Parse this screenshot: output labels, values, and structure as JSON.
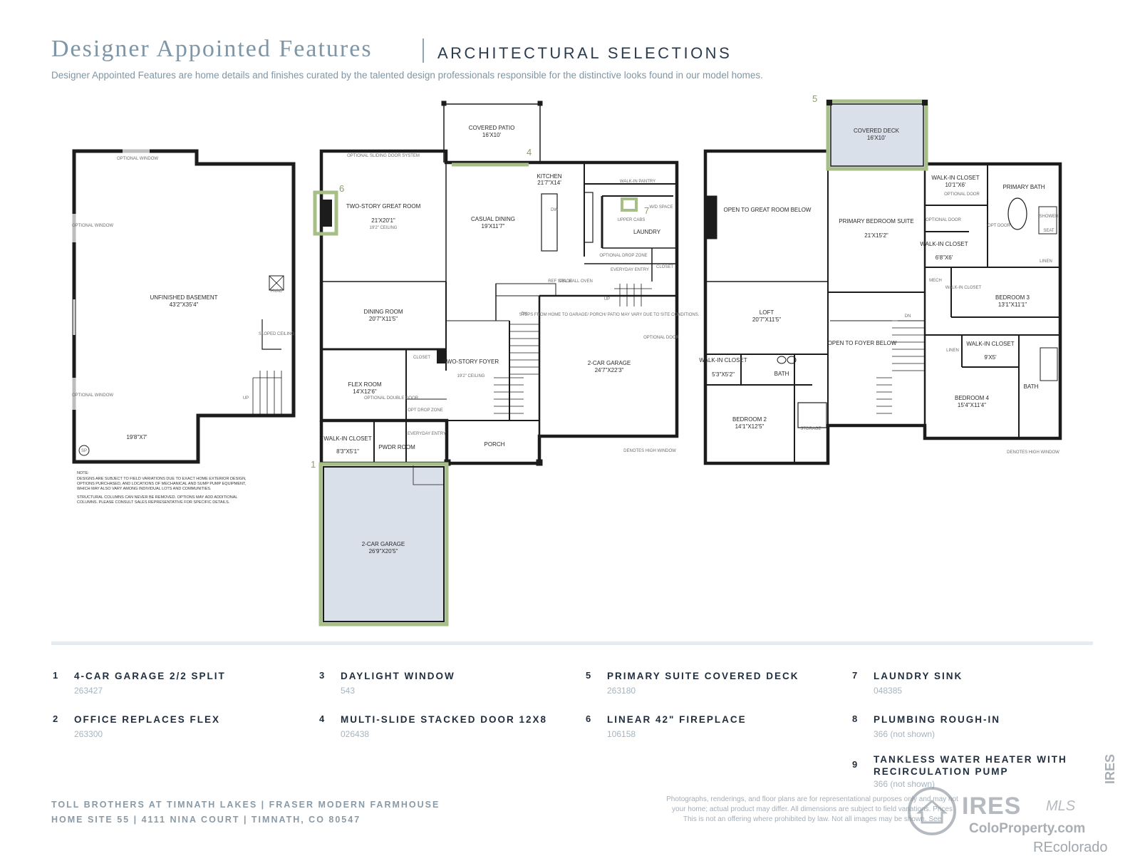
{
  "header": {
    "title_serif": "Designer Appointed Features",
    "title_sans": "ARCHITECTURAL SELECTIONS",
    "subtitle": "Designer Appointed Features are home details and finishes curated by the talented design professionals responsible for the distinctive looks found in our model homes."
  },
  "plan": {
    "basement": {
      "optional_window_top": "OPTIONAL WINDOW",
      "optional_window_left": "OPTIONAL WINDOW",
      "optional_window_left2": "OPTIONAL WINDOW",
      "room": "UNFINISHED BASEMENT",
      "room_dim": "43'2\"X35'4\"",
      "hvac": "HVAC",
      "sloped": "SLOPED CEILING",
      "up": "UP",
      "dim_bottom": "19'8\"X7'",
      "sp": "SP",
      "note_title": "NOTE:",
      "note_1": "DESIGNS ARE SUBJECT TO FIELD VARIATIONS DUE TO EXACT HOME EXTERIOR DESIGN,",
      "note_2": "OPTIONS PURCHASED, AND LOCATIONS OF MECHANICAL AND SUMP PUMP EQUIPMENT,",
      "note_3": "WHICH MAY ALSO VARY AMONG INDIVIDUAL LOTS AND COMMUNITIES.",
      "note_4": "STRUCTURAL COLUMNS CAN NEVER BE REMOVED. OPTIONS MAY ADD ADDITIONAL",
      "note_5": "COLUMNS. PLEASE CONSULT SALES REPRESENTATIVE FOR SPECIFIC DETAILS."
    },
    "main": {
      "covered_patio": "COVERED PATIO",
      "covered_patio_dim": "16'X10'",
      "opt_sliding": "OPTIONAL SLIDING DOOR SYSTEM",
      "great_room": "TWO-STORY GREAT ROOM",
      "great_room_dim": "21'X20'1\"",
      "great_room_ceiling": "19'2\" CEILING",
      "kitchen": "KITCHEN",
      "kitchen_dim": "21'7\"X14'",
      "walk_in_pantry": "WALK-IN PANTRY",
      "casual_dining": "CASUAL DINING",
      "casual_dining_dim": "19'X11'7\"",
      "dw": "DW",
      "laundry": "LAUNDRY",
      "wd_space": "W/D SPACE",
      "upper_cabs": "UPPER CABS",
      "optional_drop_zone": "OPTIONAL DROP ZONE",
      "everyday_entry": "EVERYDAY ENTRY",
      "closet": "CLOSET",
      "ref_space": "REF SPACE",
      "dbl_wall_oven": "DBL WALL OVEN",
      "dining_room": "DINING ROOM",
      "dining_room_dim": "20'7\"X11'5\"",
      "dn": "DN",
      "up": "UP",
      "steps_note": "STEPS FROM HOME TO GARAGE/ PORCH/ PATIO MAY VARY DUE TO SITE CONDITIONS.",
      "optional_door": "OPTIONAL DOOR",
      "garage2": "2-CAR GARAGE",
      "garage2_dim": "24'7\"X22'3\"",
      "flex_room": "FLEX ROOM",
      "flex_room_dim": "14'X12'6\"",
      "optional_double_door": "OPTIONAL DOUBLE DOOR",
      "closet2": "CLOSET",
      "foyer": "TWO-STORY FOYER",
      "foyer_ceiling": "19'2\" CEILING",
      "opt_drop_zone": "OPT DROP ZONE",
      "everyday_entry2": "EVERYDAY ENTRY",
      "walk_in_closet": "WALK-IN CLOSET",
      "walk_in_closet_dim": "8'3\"X5'1\"",
      "pwdr": "PWDR ROOM",
      "porch": "PORCH",
      "high_window": "DENOTES HIGH WINDOW",
      "garage_left": "2-CAR GARAGE",
      "garage_left_dim": "26'9\"X20'5\""
    },
    "upper": {
      "covered_deck": "COVERED DECK",
      "covered_deck_dim": "16'X10'",
      "open_great": "OPEN TO GREAT ROOM BELOW",
      "primary_suite": "PRIMARY BEDROOM SUITE",
      "primary_suite_dim": "21'X15'2\"",
      "wic1": "WALK-IN CLOSET",
      "wic1_dim": "10'1\"X6'",
      "optional_door": "OPTIONAL DOOR",
      "primary_bath": "PRIMARY BATH",
      "shower": "SHOWER",
      "seat": "SEAT",
      "opt_door": "OPT DOOR",
      "optional_door2": "OPTIONAL DOOR",
      "wic2": "WALK-IN CLOSET",
      "wic2_dim": "6'8\"X6'",
      "linen": "LINEN",
      "mech": "MECH",
      "walk_in_closet3": "WALK-IN CLOSET",
      "bedroom3": "BEDROOM 3",
      "bedroom3_dim": "13'1\"X11'1\"",
      "loft": "LOFT",
      "loft_dim": "20'7\"X11'5\"",
      "open_foyer": "OPEN TO FOYER BELOW",
      "dn": "DN",
      "wic4": "WALK-IN CLOSET",
      "wic4_dim": "5'3\"X5'2\"",
      "bath": "BATH",
      "linen2": "LINEN",
      "wic5": "WALK-IN CLOSET",
      "wic5_dim": "9'X5'",
      "bath2": "BATH",
      "bedroom2": "BEDROOM 2",
      "bedroom2_dim": "14'1\"X12'5\"",
      "storage": "STORAGE",
      "bedroom4": "BEDROOM 4",
      "bedroom4_dim": "15'4\"X11'4\"",
      "high_window": "DENOTES HIGH WINDOW"
    },
    "markers": {
      "m1": "1",
      "m4": "4",
      "m5": "5",
      "m6": "6",
      "m7": "7"
    }
  },
  "legend": [
    {
      "num": "1",
      "title": "4-CAR GARAGE 2/2 SPLIT",
      "code": "263427"
    },
    {
      "num": "2",
      "title": "OFFICE REPLACES FLEX",
      "code": "263300"
    },
    {
      "num": "3",
      "title": "DAYLIGHT WINDOW",
      "code": "543"
    },
    {
      "num": "4",
      "title": "MULTI-SLIDE STACKED DOOR 12X8",
      "code": "026438"
    },
    {
      "num": "5",
      "title": "PRIMARY SUITE COVERED DECK",
      "code": "263180"
    },
    {
      "num": "6",
      "title": "LINEAR 42\" FIREPLACE",
      "code": "106158"
    },
    {
      "num": "7",
      "title": "LAUNDRY SINK",
      "code": "048385"
    },
    {
      "num": "8",
      "title": "PLUMBING ROUGH-IN",
      "code": "366 (not shown)"
    },
    {
      "num": "9",
      "title": "TANKLESS WATER HEATER WITH",
      "title2": "RECIRCULATION PUMP",
      "code": "366 (not shown)"
    }
  ],
  "footer": {
    "line1": "TOLL BROTHERS AT TIMNATH LAKES | FRASER MODERN FARMHOUSE",
    "line2": "HOME SITE 55 | 4111 NINA COURT | TIMNATH, CO 80547",
    "disclaimer_1": "Photographs, renderings, and floor plans are for representational purposes only and may not",
    "disclaimer_2": "your home; actual product may differ. All dimensions are subject to field variations. Prices",
    "disclaimer_3": "This is not an offering where prohibited by law. Not all images may be shown. See"
  },
  "watermark": {
    "ires": "IRES",
    "mls": "MLS",
    "colo": "ColoProperty.com",
    "side": "IRES",
    "recolorado": "REcolorado"
  },
  "colors": {
    "highlight_green": "#a7bf86",
    "highlight_fill": "#d9e0ea",
    "wall": "#1c1c1c",
    "title_blue": "#7f96a6"
  }
}
